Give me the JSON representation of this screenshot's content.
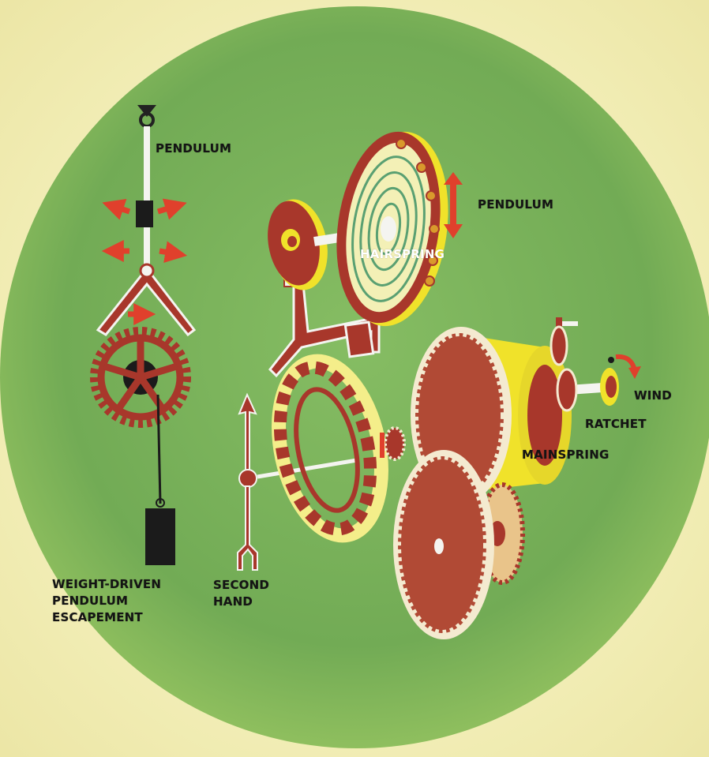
{
  "labels": {
    "pendulum_left": "PENDULUM",
    "pendulum_right": "PENDULUM",
    "hairspring": "HAIRSPRING",
    "wind": "WIND",
    "ratchet": "RATCHET",
    "mainspring": "MAINSPRING",
    "second_hand_line1": "SECOND",
    "second_hand_line2": "HAND",
    "escapement_line1": "WEIGHT-DRIVEN",
    "escapement_line2": "PENDULUM",
    "escapement_line3": "ESCAPEMENT"
  },
  "colors": {
    "paper": "#f3efb9",
    "green_disc": "#7cb35c",
    "gear_red": "#a8372b",
    "arrow_red": "#e0402c",
    "yellow": "#f0e22a",
    "weight": "#1b1b1b"
  }
}
